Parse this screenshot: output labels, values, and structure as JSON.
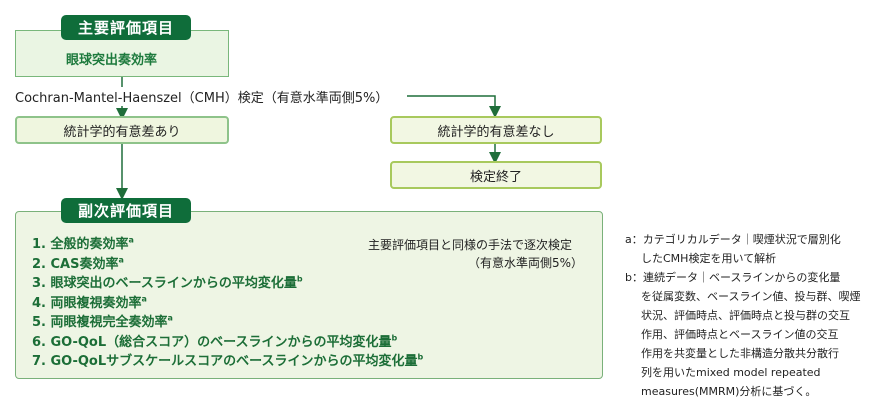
{
  "primary": {
    "badge": "主要評価項目",
    "endpoint": "眼球突出奏効率"
  },
  "test": {
    "label": "Cochran-Mantel-Haenszel（CMH）検定（有意水準両側5%）"
  },
  "branches": {
    "significant": "統計学的有意差あり",
    "not_significant": "統計学的有意差なし",
    "end": "検定終了"
  },
  "secondary": {
    "badge": "副次評価項目",
    "method_line1": "主要評価項目と同様の手法で逐次検定",
    "method_line2": "（有意水準両側5%）",
    "items": [
      {
        "text": "1. 全般的奏効率",
        "sup": "a"
      },
      {
        "text": "2. CAS奏効率",
        "sup": "a"
      },
      {
        "text": "3. 眼球突出のベースラインからの平均変化量",
        "sup": "b"
      },
      {
        "text": "4. 両眼複視奏効率",
        "sup": "a"
      },
      {
        "text": "5. 両眼複視完全奏効率",
        "sup": "a"
      },
      {
        "text": "6. GO-QoL（総合スコア）のベースラインからの平均変化量",
        "sup": "b"
      },
      {
        "text": "7. GO-QoLサブスケールスコアのベースラインからの平均変化量",
        "sup": "b"
      }
    ]
  },
  "notes": {
    "a": [
      "a：カテゴリカルデータ｜喫煙状況で層別化",
      "したCMH検定を用いて解析"
    ],
    "b": [
      "b：連続データ｜ベースラインからの変化量",
      "を従属変数、ベースライン値、投与群、喫煙",
      "状況、評価時点、評価時点と投与群の交互",
      "作用、評価時点とベースライン値の交互",
      "作用を共変量とした非構造分散共分散行",
      "列を用いたmixed model repeated",
      "measures(MMRM)分析に基づく。"
    ]
  },
  "colors": {
    "badge": "#0f6d3a",
    "line": "#1f6e3a",
    "box_fill": "#eff6df",
    "box_border": "#8ec38a"
  }
}
